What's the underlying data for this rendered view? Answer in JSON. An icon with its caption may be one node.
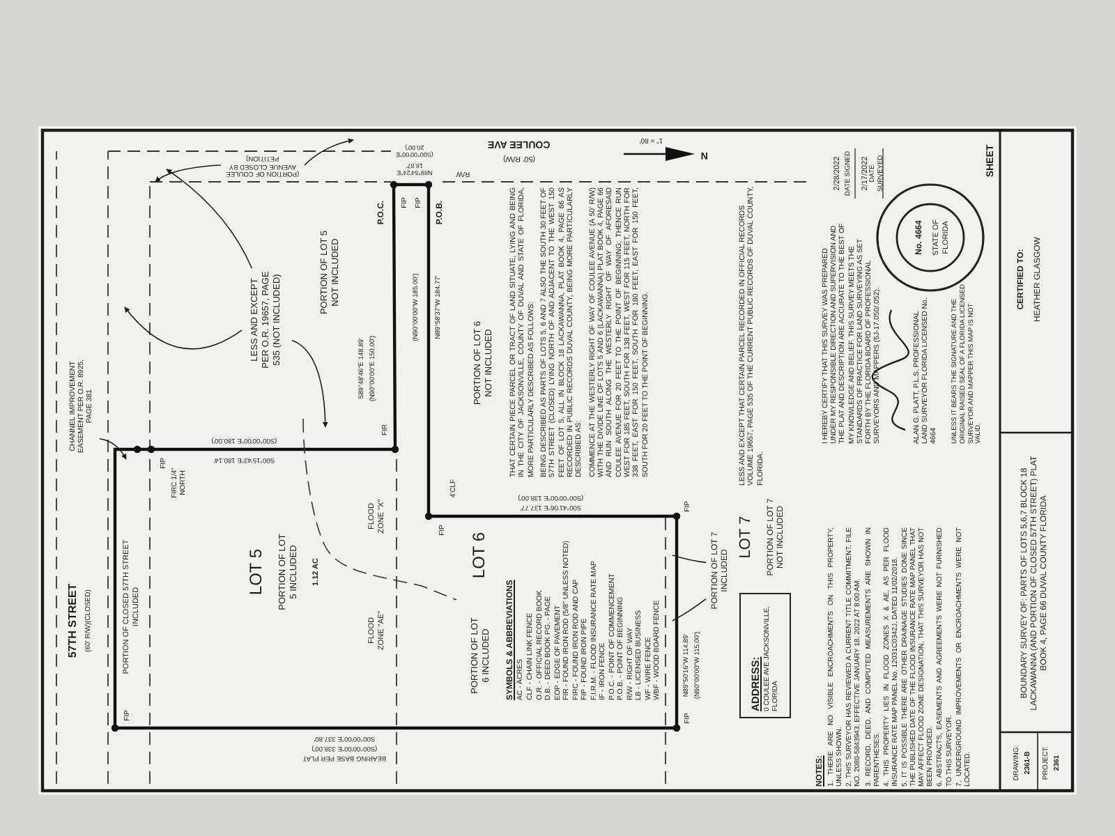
{
  "diagram": {
    "nodes": [
      {
        "text": [
          "LESS AND EXCEPT PER O.R. 19657, PAGE 535 (NOT INCLUDED)"
        ]
      },
      {
        "text": [
          "(PORTION OF COULEE AVENUE CLOSED BY PETITION)"
        ]
      },
      {
        "text": [
          "CHANNEL IMPROVEMENT EASEMENT PER O.R. 8925, PAGE 381"
        ]
      },
      {
        "text": [
          "PORTION OF LOT 7 INCLUDED"
        ]
      },
      {
        "text": [
          "ADDRESS:",
          "0 COULEE AVE JACKSONVILLE, FLORIDA"
        ]
      }
    ],
    "edges": [
      {
        "from": 0,
        "to": null,
        "arrow": "to"
      },
      {
        "from": 0,
        "to": null,
        "arrow": "to"
      },
      {
        "from": 0,
        "to": null,
        "arrow": "to"
      },
      {
        "from": 1,
        "to": null,
        "arrow": "to"
      },
      {
        "from": 1,
        "to": null,
        "arrow": "to"
      },
      {
        "from": 2,
        "to": null,
        "arrow": "to"
      },
      {
        "from": 3,
        "to": null,
        "arrow": "none"
      },
      {
        "from": 3,
        "to": null,
        "arrow": "none"
      }
    ],
    "labels": [
      "57TH STREET",
      "(60' R/W)(CLOSED)",
      "FIRC 1/4\" NORTH",
      "FIP",
      "PORTION OF CLOSED 57TH STREET INCLUDED",
      "FIP",
      "PORTION OF LOT 5 NOT INCLUDED",
      "P.O.C.",
      "FIP",
      "FIP",
      "P.O.B.",
      "R/W",
      "COULEE AVE",
      "(50' R/W)",
      "1\" = 80'",
      "N",
      "S89°48'46\"E 148.89'",
      "(N90°00'00\"E 150.00')",
      "(S00°00'00\"E 20.00')",
      "N89°54'24\"E 18.87'",
      "(N90°00'00\"W 185.00')",
      "N89°58'37\"W 184.77'",
      "PORTION OF LOT 6 NOT INCLUDED",
      "FIR",
      "(S00°00'00\"E 180.00')",
      "S00°15'43\"E 180.14'",
      "LOT 5",
      "PORTION OF LOT 5 INCLUDED",
      "1.12 AC",
      "FLOOD ZONE \"X\"",
      "FLOOD ZONE \"AE\"",
      "S00°00'00\"E 337.80'",
      "(S00°00'00\"E 338.00')",
      "BEARING BASE PER PLAT",
      "4'CLF",
      "FIP",
      "(S00°00'00\"E 138.00')",
      "S00°41'06\"E 137.77'",
      "LOT 6",
      "PORTION OF LOT 6 INCLUDED",
      "SYMBOLS & ABBREVIATIONS",
      "AC - ACRES",
      "CLF - CHAIN LINK FENCE",
      "O.R. - OFFICIAL RECORD BOOK",
      "D.B. - DEED BOOK PG. - PAGE",
      "EOP - EDGE OF PAVEMENT",
      "FIR - FOUND IRON ROD (5/8\" UNLESS NOTED)",
      "FIRC - FOUND IRON ROD AND CAP",
      "FIP - FOUND IRON PIPE",
      "F.I.R.M. - FLOOD INSURANCE RATE MAP",
      "IF - IRON FENCE",
      "P.O.C. - POINT OF COMMENCEMENT",
      "P.O.B. - POINT OF BEGINNING",
      "R/W - RIGHT OF WAY",
      "LB - LICENSED BUSINESS",
      "WF - WIRE FENCE",
      "WBF - WOOD BOARD FENCE",
      "FIP",
      "N89°50'16\"W 114.89'",
      "(N90°00'00\"W 115.00')",
      "FIP",
      "THAT CERTAIN PIECE PARCEL OR TRACT OF LAND SITUATE, LYING AND BEING IN THE CITY OF JACKSONVILLE, COUNTY OF DUVAL AND STATE OF FLORIDA, MORE PARTICULARLY DESCRIBED AS FOLLOWS:",
      "BEING DESCRIBED AS PARTS OF LOTS 5, 6 AND 7 ALSO THE SOUTH 30 FEET OF 57TH STREET (CLOSED) LYING NORTH OF AND ADJACENT TO THE WEST 150 FEET OF LOT 5, ALL IN BLOCK 18 LACKAWANNA, PLAT BOOK 4, PAGE 66 AS RECORDED IN PUBLIC RECORDS DUVAL COUNTY, BEING MORE PARTICULARLY DESCRIBED AS:",
      "COMMENCE AT THE WESTERLY RIGHT OF WAY OF COULEE AVENUE (A 50' R/W) WITH THE DIVIDE LINE OF LOTS 5 AND 6 (LACKAWANNA) PLAT BOOK 4, PAGE 66 AND RUN SOUTH ALONG THE WESTERLY RIGHT OF WAY OF AFORESAID COULEE AVENUE FOR 20 FEET TO THE POINT OF BEGINNING; THENCE RUN WEST FOR 185 FEET, SOUTH FOR 138 FEET, WEST FOR 115 FEET, NORTH FOR 338 FEET, EAST FOR 150 FEET, SOUTH FOR 180 FEET, EAST FOR 150 FEET, SOUTH FOR 20 FEET TO THE POINT OF BEGINNING.",
      "LOT 7",
      "PORTION OF LOT 7 NOT INCLUDED",
      "LESS AND EXCEPT THAT CERTAIN PARCEL RECORDED IN OFFICIAL RECORDS VOLUME 19657, PAGE 535 OF THE CURRENT PUBLIC RECORDS OF DUVAL COUNTY, FLORIDA.",
      "NOTES:",
      "1. THERE ARE NO VISIBLE ENCROACHMENTS ON THIS PROPERTY, UNLESS SHOWN.",
      "2. THIS SURVEYOR HAS REVIEWED A CURRENT TITLE COMMITMENT, FILE NO. 2080-5843943, EFFECTIVE JANUARY 18, 2022 AT 8:00 AM.",
      "3. RECORD, DEED, AND COMPUTED MEASUREMENTS ARE SHOWN IN PARENTHESES.",
      "4. THIS PROPERTY LIES IN FLOOD ZONES X & AE, AS PER FLOOD INSURANCE RATE MAP PANEL No. 12031C0342J, DATED 11/02/2018.",
      "5. IT IS POSSIBLE THERE ARE OTHER DRAINAGE STUDIES DONE SINCE THE PUBLISHED DATE OF THE FLOOD INSURANCE RATE MAP PANEL THAT MAY AFFECT FLOOD ZONE DESIGNATION, THAT THIS SURVEYOR HAS NOT BEEN PROVIDED.",
      "6. ABSTRACTS, EASEMENTS AND AGREEMENTS WERE NOT FURNISHED TO THIS SURVEYOR.",
      "7. UNDERGROUND IMPROVEMENTS OR ENCROACHMENTS WERE NOT LOCATED.",
      "I HEREBY CERTIFY THAT THIS SURVEY WAS PREPARED UNDER MY RESPONSIBLE DIRECTION AND SUPERVISION AND THE PLAT AND DESCRIPTION ARE ACCURATE TO THE BEST OF MY KNOWLEDGE AND BELIEF. THIS SURVEY MEETS THE STANDARDS OF PRACTICE FOR LAND SURVEYING AS SET FORTH BY THE FLORIDA BOARD OF PROFESSIONAL SURVEYORS AND MAPPERS (5J-17.050/.052).",
      "2/28/2022",
      "DATE SIGNED",
      "2/17/2022",
      "DATE SURVEYED",
      "No. 4664",
      "STATE OF FLORIDA",
      "ALAN G. PLATT, P.L.S. PROFESSIONAL LAND SURVEYOR FLORIDA LICENSED No. 4664",
      "UNLESS IT BEARS THE SIGNATURE AND THE ORIGINAL RAISED SEAL OF A FLORIDA LICENSED SURVEYOR AND MAPPER THIS MAP IS NOT VALID.",
      "SHEET",
      "DRAWING:",
      "2361-B",
      "PROJECT:",
      "2361",
      "BOUNDARY SURVEY OF: PARTS OF LOTS 5,6,7 BLOCK 18 LACKAWANNA (AND PORTION OF CLOSED 57TH STREET) PLAT BOOK 4, PAGE 66 DUVAL COUNTY FLORIDA",
      "CERTIFIED TO:",
      "HEATHER GLASGOW"
    ]
  }
}
